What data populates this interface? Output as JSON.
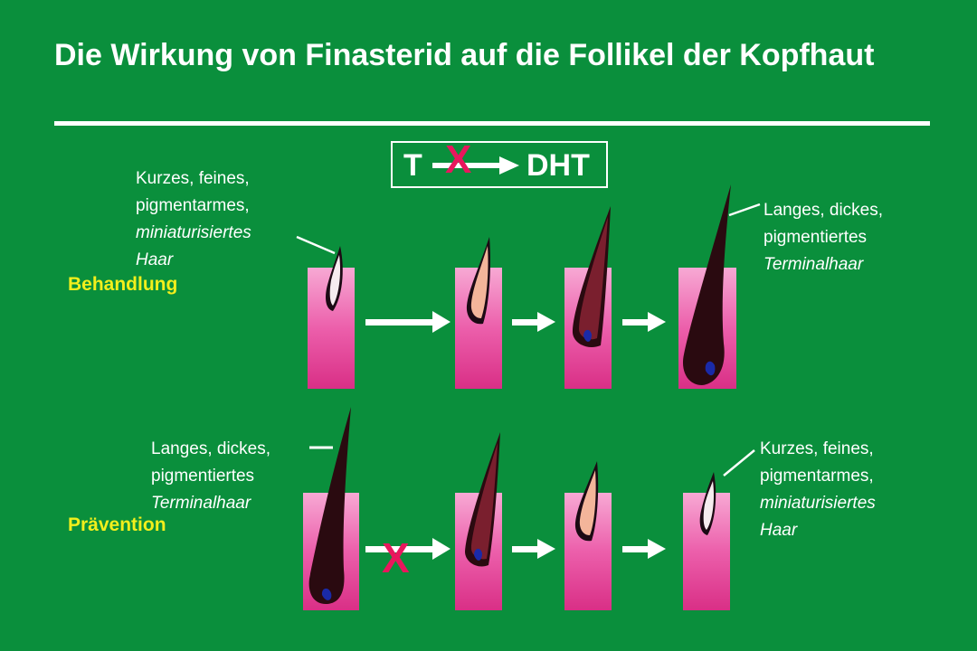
{
  "title": "Die Wirkung von Finasterid auf die Follikel der Kopfhaut",
  "formula": {
    "from": "T",
    "blocked_mark": "X",
    "to": "DHT"
  },
  "sections": {
    "treatment": {
      "label": "Behandlung",
      "start_note": [
        "Kurzes, feines,",
        "pigmentarmes,",
        "miniaturisiertes",
        "Haar"
      ],
      "end_note": [
        "Langes, dickes,",
        "pigmentiertes",
        "Terminalhaar"
      ]
    },
    "prevention": {
      "label": "Prävention",
      "start_note": [
        "Langes, dickes,",
        "pigmentiertes",
        "Terminalhaar"
      ],
      "end_note": [
        "Kurzes, feines,",
        "pigmentarmes,",
        "miniaturisiertes",
        "Haar"
      ],
      "blocked_mark": "X"
    }
  },
  "colors": {
    "background": "#0a8f3c",
    "follicle_pink": "#e8479c",
    "accent_red": "#e8175d",
    "label_yellow": "#f2ef1c",
    "hair_dark": "#2a0a10",
    "hair_medium": "#7a1f2e",
    "hair_light": "#f3b59a",
    "hair_pale": "#f6ecef"
  }
}
